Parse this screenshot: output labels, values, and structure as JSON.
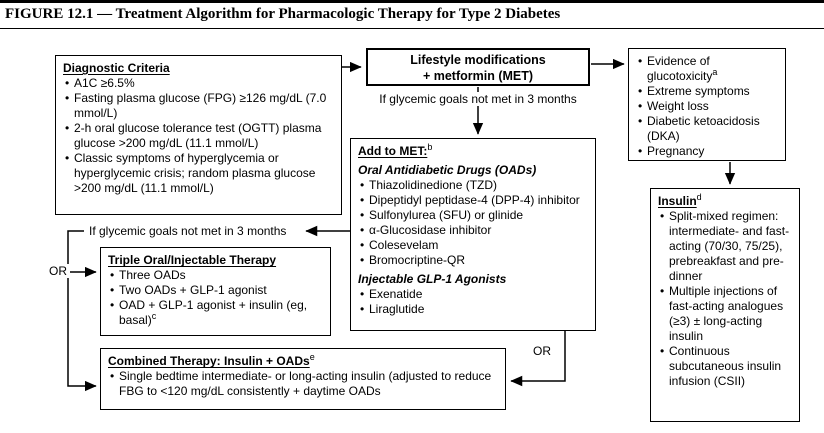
{
  "title": "FIGURE 12.1 — Treatment Algorithm for Pharmacologic Therapy for Type 2 Diabetes",
  "labels": {
    "not_met_top": "If glycemic goals not met in 3 months",
    "not_met_left": "If glycemic goals not met in 3 months",
    "or_left": "OR",
    "or_bottom": "OR"
  },
  "boxes": {
    "lifestyle": {
      "line1": "Lifestyle modifications",
      "line2": "+ metformin (MET)"
    },
    "diagnostic": {
      "heading": "Diagnostic Criteria",
      "items": [
        "A1C ≥6.5%",
        "Fasting plasma glucose (FPG) ≥126 mg/dL (7.0 mmol/L)",
        "2-h oral glucose tolerance test (OGTT) plasma glucose >200 mg/dL (11.1 mmol/L)",
        "Classic symptoms of hyperglycemia or hyperglycemic crisis; random plasma glucose >200 mg/dL (11.1 mmol/L)"
      ]
    },
    "indications": {
      "items": [
        {
          "text": "Evidence of glucotoxicity",
          "sup": "a"
        },
        {
          "text": "Extreme symptoms",
          "sup": ""
        },
        {
          "text": "Weight loss",
          "sup": ""
        },
        {
          "text": "Diabetic ketoacidosis (DKA)",
          "sup": ""
        },
        {
          "text": "Pregnancy",
          "sup": ""
        }
      ]
    },
    "add_to_met": {
      "heading": "Add to MET:",
      "heading_sup": "b",
      "subhead_oral": "Oral Antidiabetic Drugs (OADs)",
      "oral_items": [
        "Thiazolidinedione (TZD)",
        "Dipeptidyl peptidase-4 (DPP-4) inhibitor",
        "Sulfonylurea (SFU) or glinide",
        "α-Glucosidase inhibitor",
        "Colesevelam",
        "Bromocriptine-QR"
      ],
      "subhead_injectable": "Injectable GLP-1 Agonists",
      "injectable_items": [
        "Exenatide",
        "Liraglutide"
      ]
    },
    "insulin": {
      "heading": "Insulin",
      "heading_sup": "d",
      "items": [
        "Split-mixed regimen: intermediate- and fast-acting (70/30, 75/25), prebreakfast and pre-dinner",
        "Multiple injections of fast-acting analogues (≥3) ± long-acting insulin",
        "Continuous subcutaneous insulin infusion (CSII)"
      ]
    },
    "triple": {
      "heading": "Triple Oral/Injectable Therapy",
      "items": [
        {
          "text": "Three OADs",
          "sup": ""
        },
        {
          "text": "Two OADs + GLP-1 agonist",
          "sup": ""
        },
        {
          "text": "OAD + GLP-1 agonist + insulin (eg, basal)",
          "sup": "c"
        }
      ]
    },
    "combined": {
      "heading": "Combined Therapy: Insulin + OADs",
      "heading_sup": "e",
      "items": [
        "Single bedtime intermediate- or long-acting insulin (adjusted to reduce FBG to <120 mg/dL consistently + daytime OADs"
      ]
    }
  }
}
